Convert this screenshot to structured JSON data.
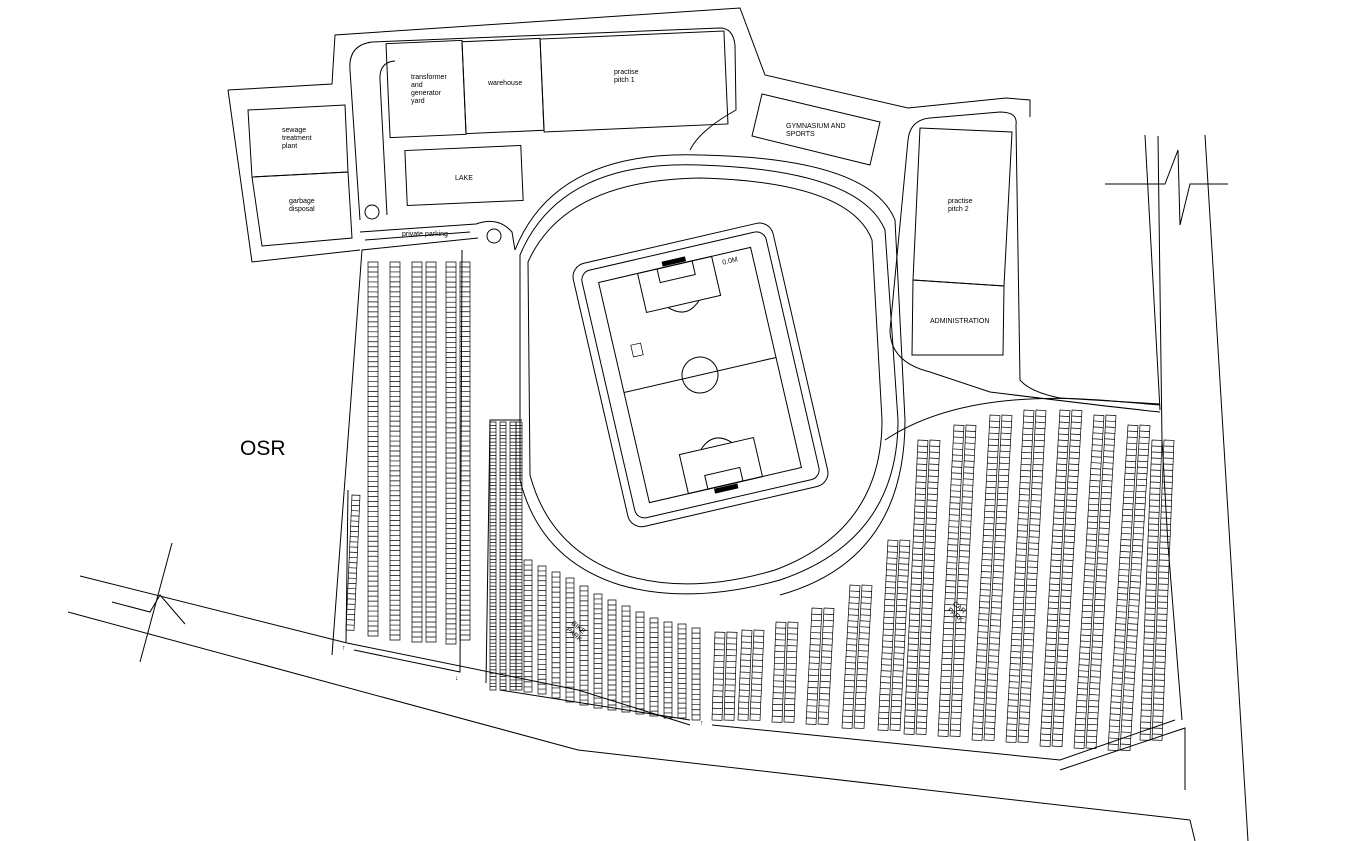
{
  "labels": {
    "osr": "OSR",
    "transformer": [
      "transformer",
      "and",
      "generator",
      "yard"
    ],
    "warehouse": "warehouse",
    "practise_pitch_1": [
      "practise",
      "pitch 1"
    ],
    "gymnasium": [
      "GYMNASIUM AND",
      "SPORTS"
    ],
    "sewage": [
      "sewage",
      "treatment",
      "plant"
    ],
    "garbage": [
      "garbage",
      "disposal"
    ],
    "lake": "LAKE",
    "private_parking": "private parking",
    "practise_pitch_2": [
      "practise",
      "pitch 2"
    ],
    "administration": "ADMINISTRATION",
    "level": "0.0M",
    "bike_park": [
      "BIKE",
      "PARK"
    ],
    "car_park": [
      "CAR",
      "PARK"
    ]
  }
}
